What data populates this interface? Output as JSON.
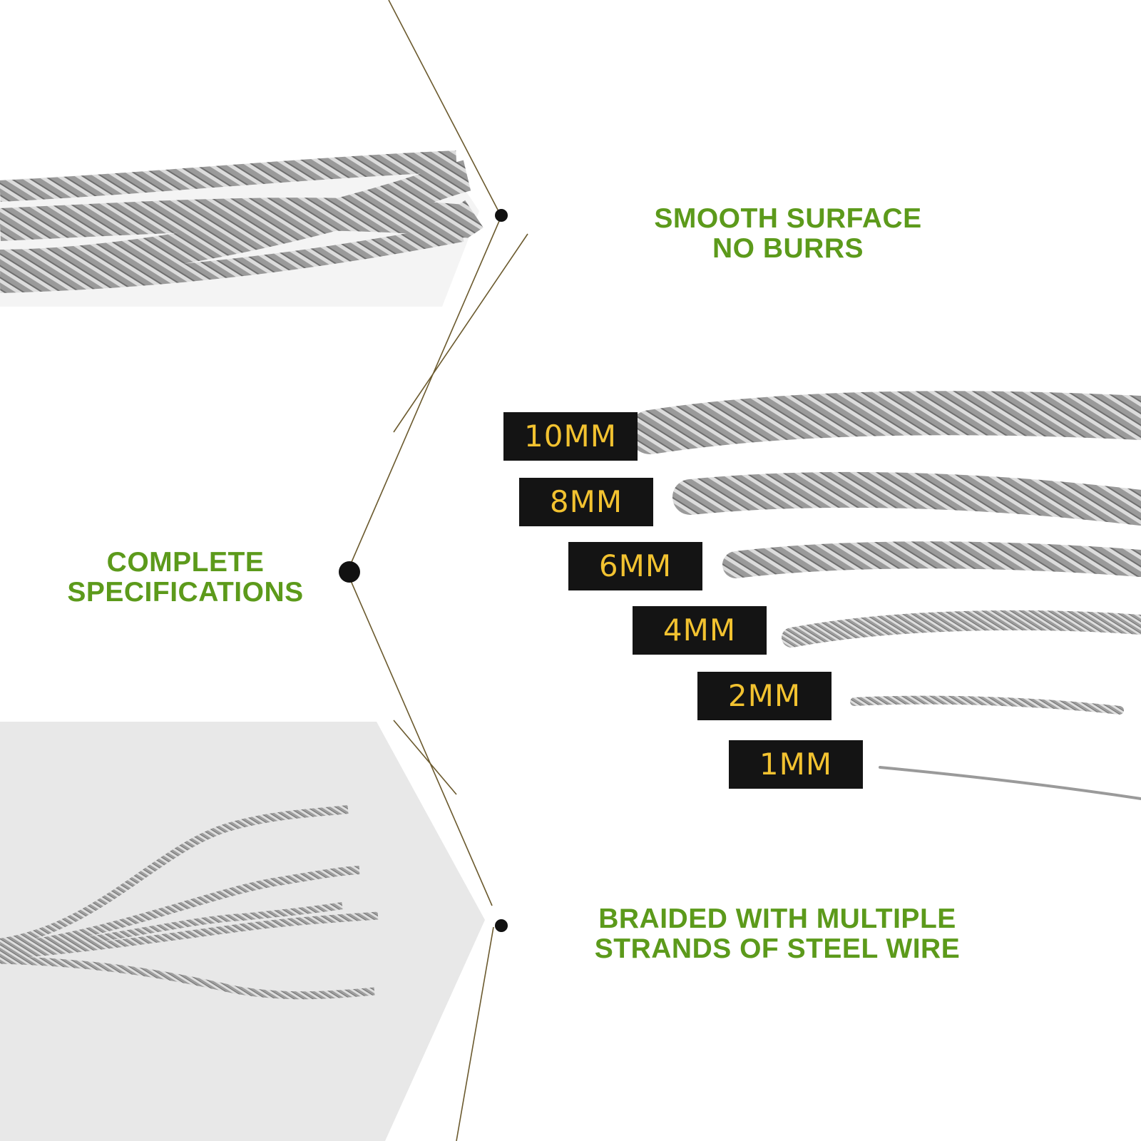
{
  "colors": {
    "feature_text": "#5c9a1b",
    "tag_background": "#141414",
    "tag_text": "#f2c230",
    "connector_line": "#6b5a2e",
    "connector_dot": "#111111",
    "cable_steel": "#9c9c9c",
    "lower_panel": "#e8e8e8"
  },
  "features": {
    "top": {
      "line1": "SMOOTH SURFACE",
      "line2": "NO BURRS",
      "icon": "cable-closeup-photo"
    },
    "middle": {
      "line1": "COMPLETE",
      "line2": "SPECIFICATIONS",
      "icon": "cable-diameter-comparison"
    },
    "bottom": {
      "line1": "BRAIDED WITH MULTIPLE",
      "line2": "STRANDS OF STEEL WIRE",
      "icon": "unravelled-strands-photo"
    }
  },
  "sizes": [
    "10MM",
    "8MM",
    "6MM",
    "4MM",
    "2MM",
    "1MM"
  ]
}
